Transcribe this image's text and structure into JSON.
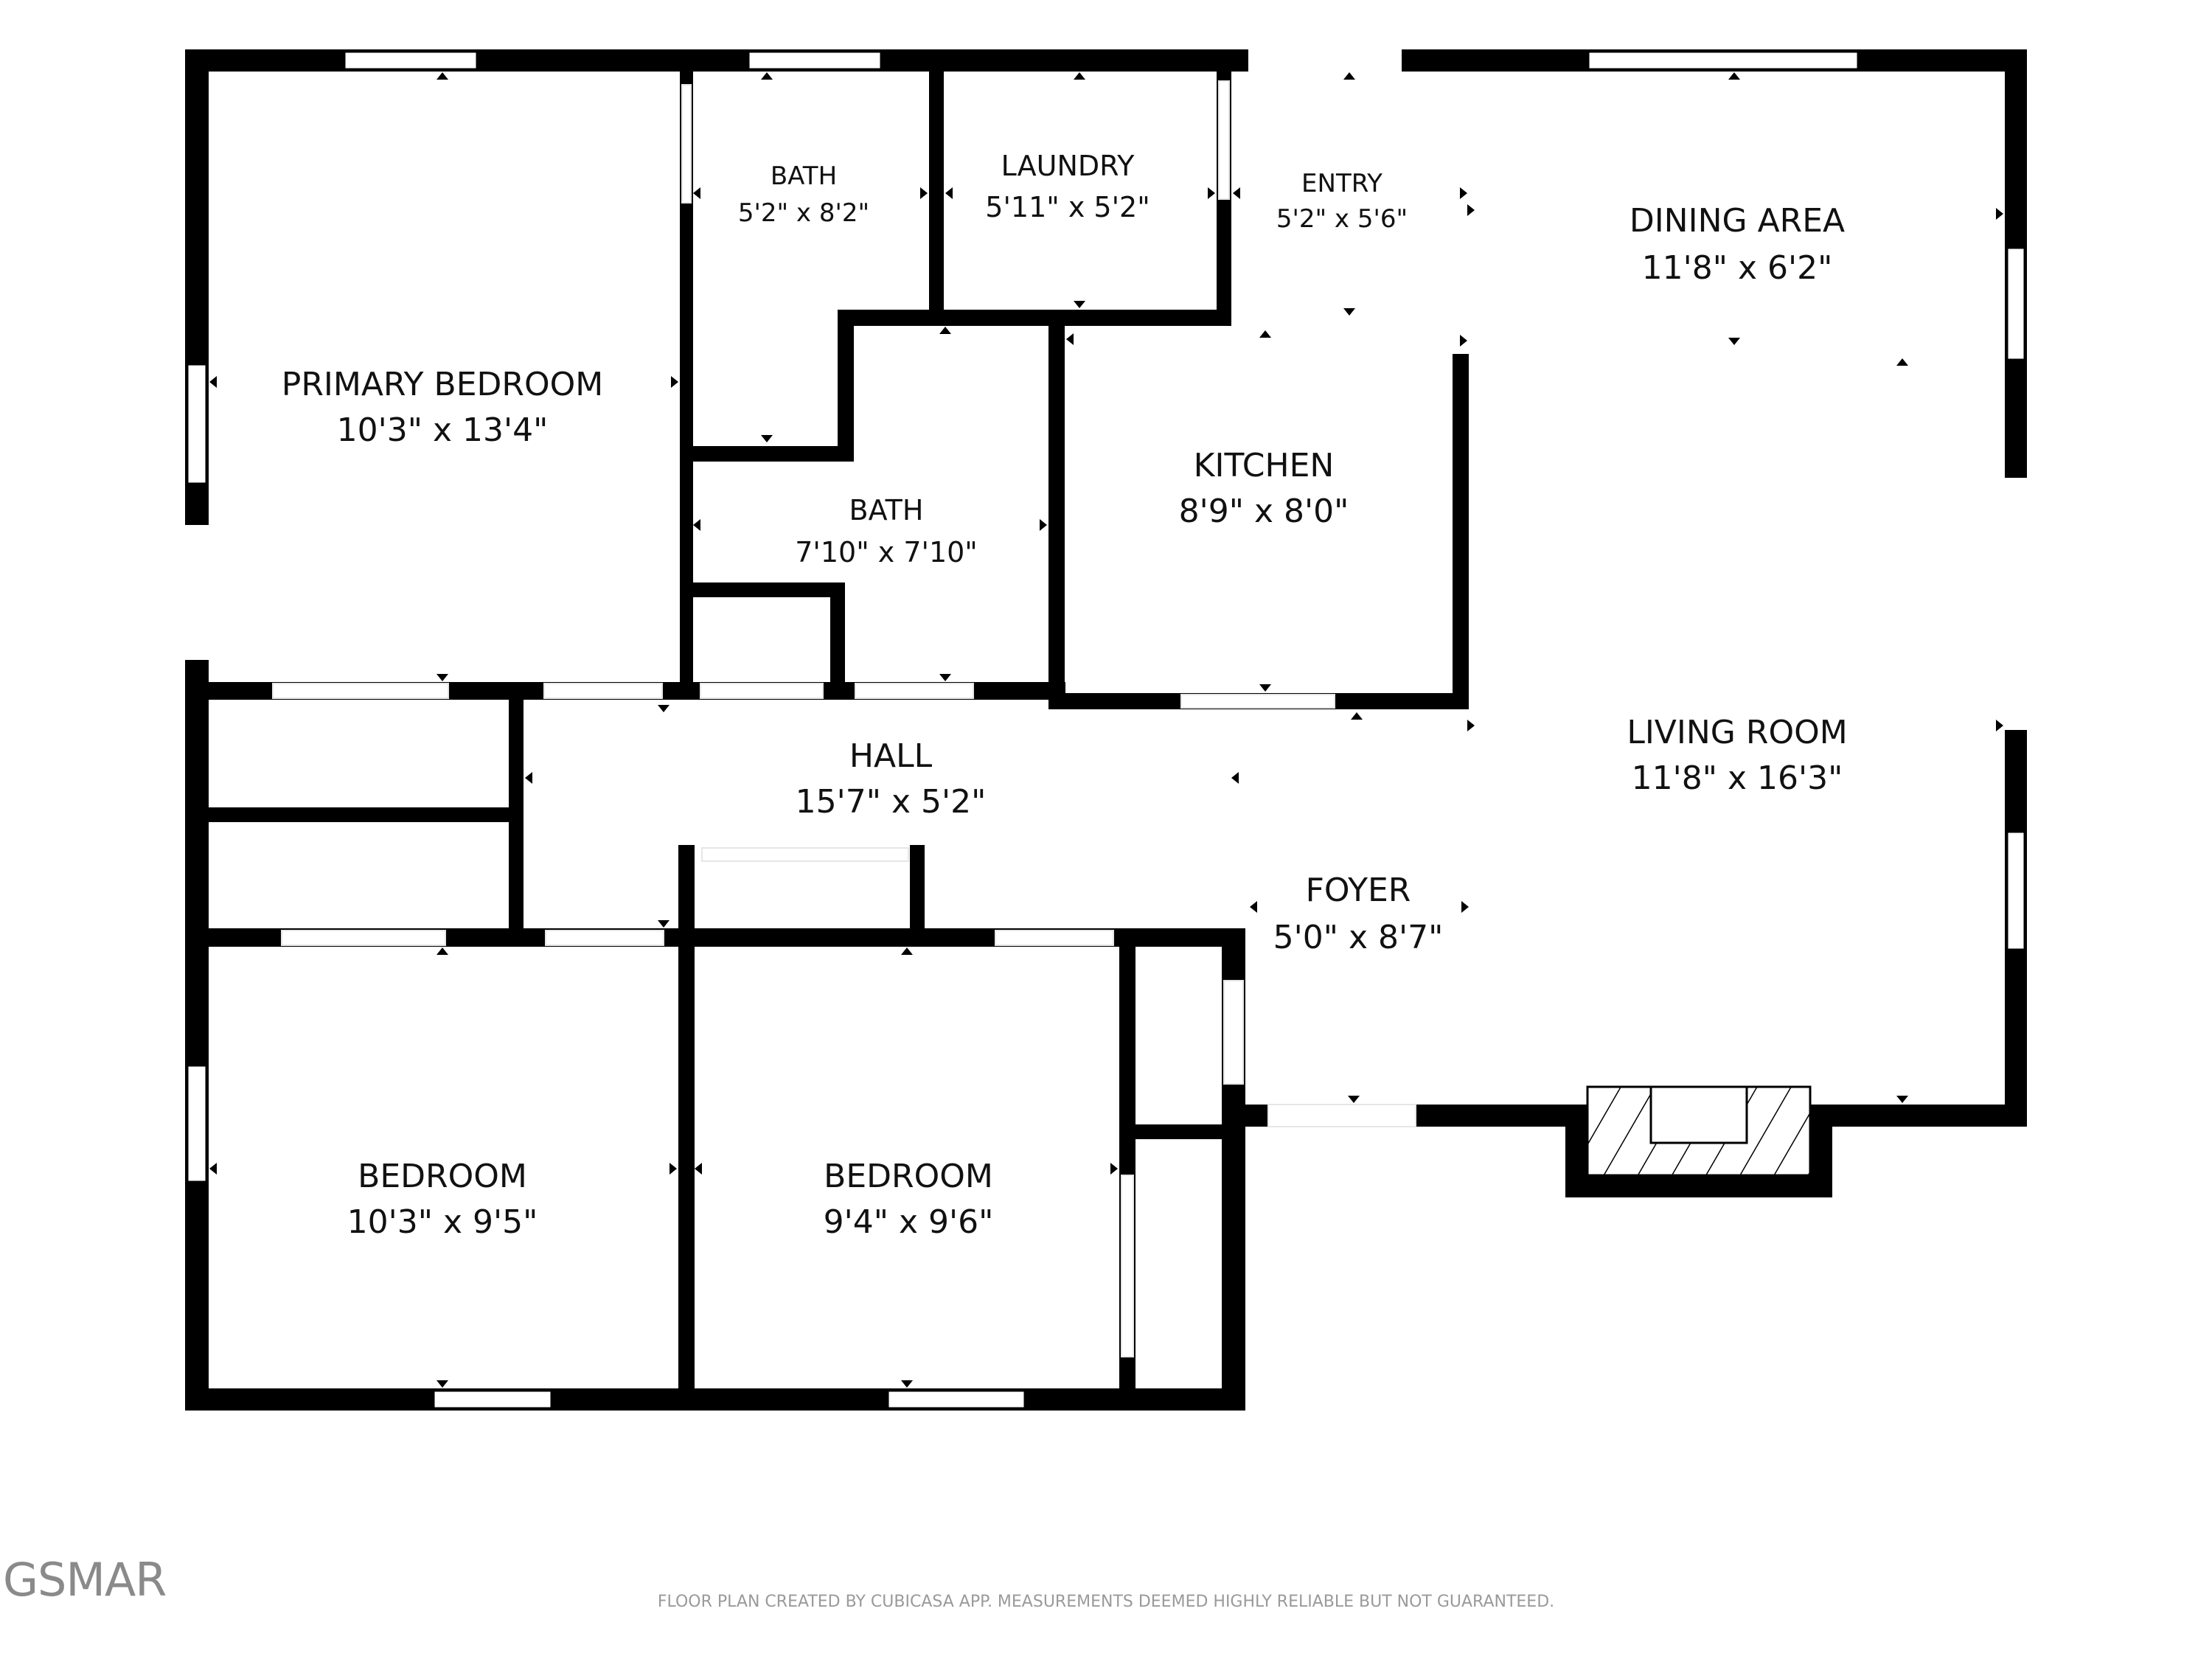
{
  "rooms": {
    "primary_bedroom": {
      "name": "PRIMARY BEDROOM",
      "dim": "10'3\" x 13'4\""
    },
    "bath_top": {
      "name": "BATH",
      "dim": "5'2\" x 8'2\""
    },
    "laundry": {
      "name": "LAUNDRY",
      "dim": "5'11\" x 5'2\""
    },
    "entry": {
      "name": "ENTRY",
      "dim": "5'2\" x 5'6\""
    },
    "dining": {
      "name": "DINING AREA",
      "dim": "11'8\" x 6'2\""
    },
    "bath_mid": {
      "name": "BATH",
      "dim": "7'10\" x 7'10\""
    },
    "kitchen": {
      "name": "KITCHEN",
      "dim": "8'9\" x 8'0\""
    },
    "hall": {
      "name": "HALL",
      "dim": "15'7\" x 5'2\""
    },
    "living": {
      "name": "LIVING ROOM",
      "dim": "11'8\" x 16'3\""
    },
    "foyer": {
      "name": "FOYER",
      "dim": "5'0\" x 8'7\""
    },
    "bedroom_left": {
      "name": "BEDROOM",
      "dim": "10'3\" x 9'5\""
    },
    "bedroom_right": {
      "name": "BEDROOM",
      "dim": "9'4\" x 9'6\""
    }
  },
  "footer": {
    "watermark": "GSMAR",
    "disclaimer": "FLOOR PLAN CREATED BY CUBICASA APP. MEASUREMENTS DEEMED HIGHLY RELIABLE BUT NOT GUARANTEED."
  },
  "colors": {
    "wall": "#000000",
    "background": "#ffffff"
  }
}
